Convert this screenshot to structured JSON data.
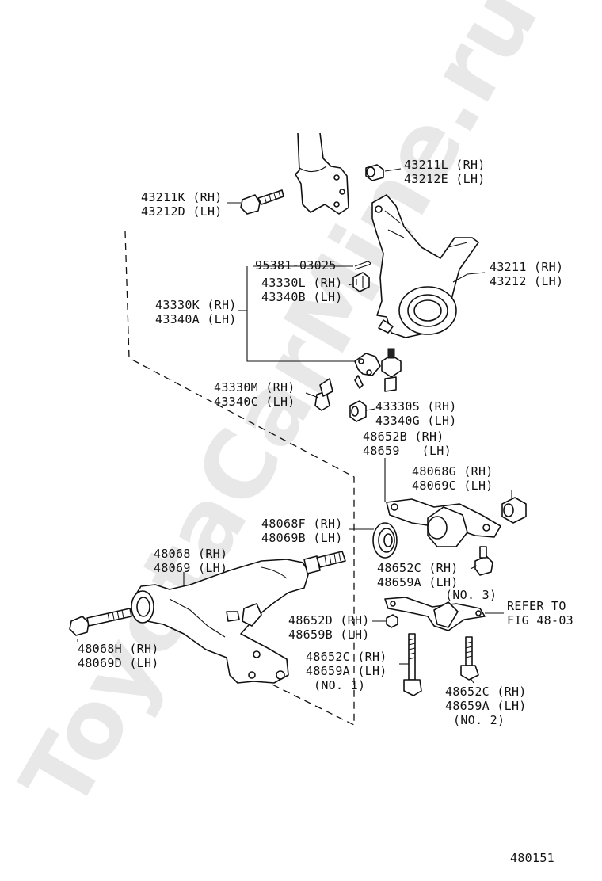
{
  "watermark": "ToyotaCarMine.ru",
  "diagram_number": "480151",
  "callouts": {
    "c_43211L": [
      "43211L (RH)",
      "43212E (LH)"
    ],
    "c_43211K": [
      "43211K (RH)",
      "43212D (LH)"
    ],
    "c_43211": [
      "43211 (RH)",
      "43212 (LH)"
    ],
    "c_95381": [
      "95381-03025"
    ],
    "c_43330L": [
      "43330L (RH)",
      "43340B (LH)"
    ],
    "c_43330K": [
      "43330K (RH)",
      "43340A (LH)"
    ],
    "c_43330M": [
      "43330M (RH)",
      "43340C (LH)"
    ],
    "c_43330S": [
      "43330S (RH)",
      "43340G (LH)"
    ],
    "c_48652B": [
      "48652B (RH)",
      "48659   (LH)"
    ],
    "c_48068G": [
      "48068G (RH)",
      "48069C (LH)"
    ],
    "c_48068F": [
      "48068F (RH)",
      "48069B (LH)"
    ],
    "c_48068": [
      "48068 (RH)",
      "48069 (LH)"
    ],
    "c_48652C_top": [
      "48652C (RH)",
      "48659A (LH)",
      "(NO. 3)"
    ],
    "c_refer": [
      "REFER TO",
      "FIG 48-03"
    ],
    "c_48068H": [
      "48068H (RH)",
      "48069D (LH)"
    ],
    "c_48652D": [
      "48652D (RH)",
      "48659B (LH)"
    ],
    "c_48652C_no1": [
      "48652C (RH)",
      "48659A (LH)",
      "(NO. 1)"
    ],
    "c_48652C_no2": [
      "48652C (RH)",
      "48659A (LH)",
      "(NO. 2)"
    ]
  }
}
